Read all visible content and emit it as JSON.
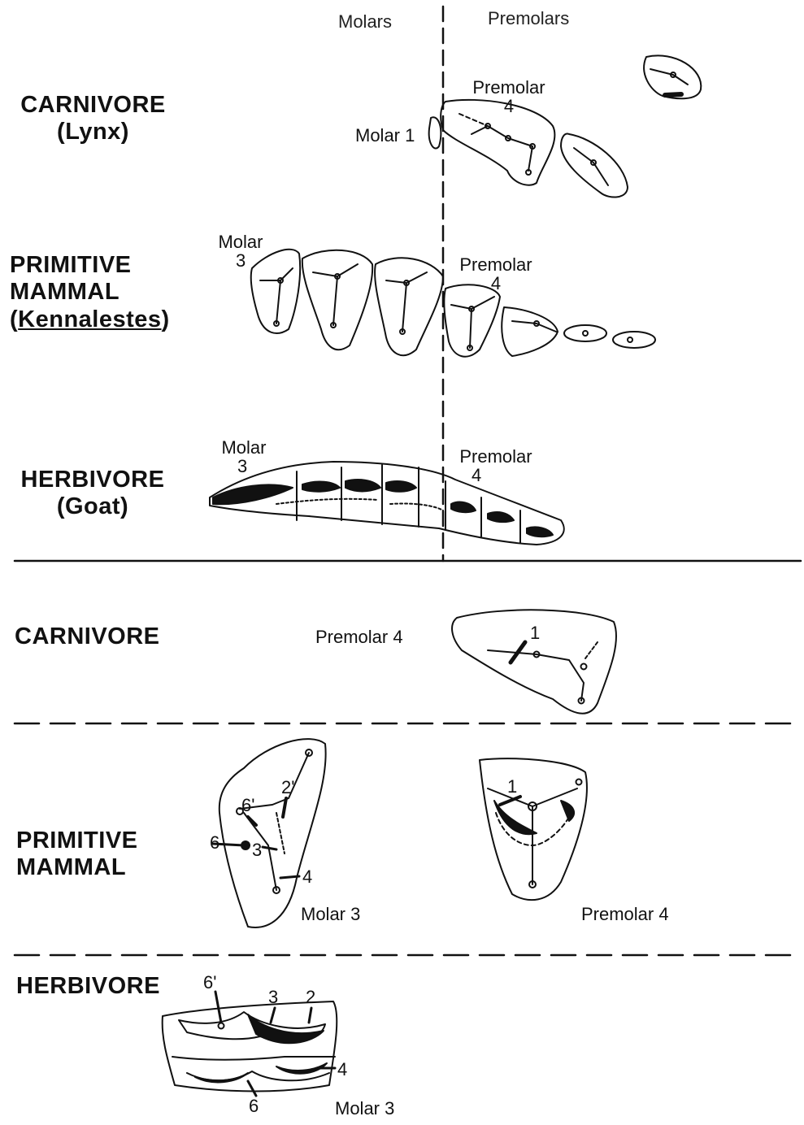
{
  "header": {
    "molars": "Molars",
    "premolars": "Premolars"
  },
  "rows_top": {
    "carnivore": {
      "name": "CARNIVORE",
      "taxon": "(Lynx)"
    },
    "primitive": {
      "name_line1": "PRIMITIVE",
      "name_line2": "MAMMAL",
      "taxon_open": "(",
      "taxon": "Kennalestes",
      "taxon_close": ")"
    },
    "herbivore": {
      "name": "HERBIVORE",
      "taxon": "(Goat)"
    }
  },
  "tooth_labels_top": {
    "lynx_premolar": "Premolar",
    "lynx_premolar_num": "4",
    "lynx_molar": "Molar 1",
    "kenna_molar": "Molar",
    "kenna_molar_num": "3",
    "kenna_premolar": "Premolar",
    "kenna_premolar_num": "4",
    "goat_molar": "Molar",
    "goat_molar_num": "3",
    "goat_premolar": "Premolar",
    "goat_premolar_num": "4"
  },
  "rows_bottom": {
    "carnivore": {
      "name": "CARNIVORE",
      "tooth": "Premolar  4",
      "facet": "1"
    },
    "primitive": {
      "name_line1": "PRIMITIVE",
      "name_line2": "MAMMAL",
      "molar_label": "Molar  3",
      "premolar_label": "Premolar  4",
      "facets": [
        "6'",
        "2'",
        "6",
        "3",
        "4",
        "1"
      ]
    },
    "herbivore": {
      "name": "HERBIVORE",
      "molar_label": "Molar  3",
      "facets": [
        "6'",
        "3",
        "2",
        "4",
        "6"
      ]
    }
  }
}
